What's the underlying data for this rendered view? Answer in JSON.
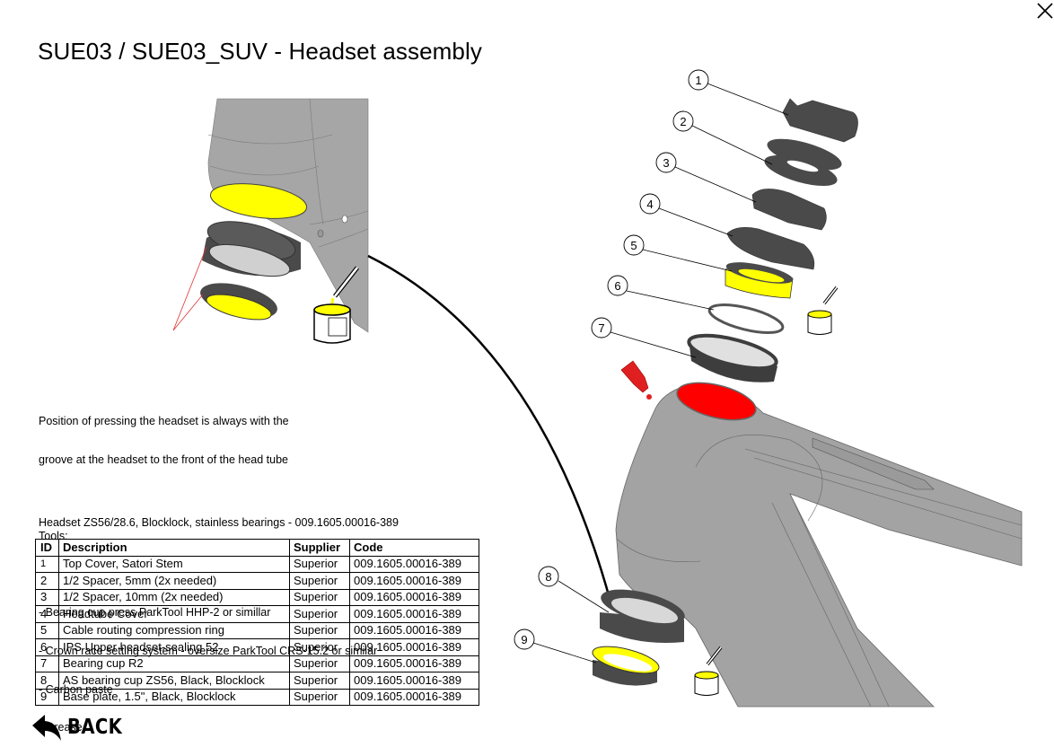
{
  "page": {
    "title": "SUE03 / SUE03_SUV - Headset assembly",
    "close_label": "close"
  },
  "notes": {
    "position_line1": "Position of pressing the headset is always with the",
    "position_line2": "groove at the headset to the front of the head tube",
    "tools_heading": "Tools:",
    "tools": [
      "- Bearing cup press ParkTool HHP-2 or simillar",
      "- Crown race setting system - oversize ParkTool CRS-15.2 or similar",
      "- Carbon paste",
      "- Grease"
    ],
    "headset_line": "Headset ZS56/28.6, Blocklock, stainless bearings - 009.1605.00016-389"
  },
  "table": {
    "headers": [
      "ID",
      "Description",
      "Supplier",
      "Code"
    ],
    "rows": [
      {
        "id": "1",
        "description": "Top Cover, Satori Stem",
        "supplier": "Superior",
        "code": "009.1605.00016-389"
      },
      {
        "id": "2",
        "description": "1/2 Spacer, 5mm (2x needed)",
        "supplier": "Superior",
        "code": "009.1605.00016-389"
      },
      {
        "id": "3",
        "description": "1/2 Spacer, 10mm (2x needed)",
        "supplier": "Superior",
        "code": "009.1605.00016-389"
      },
      {
        "id": "4",
        "description": "Headtube Cover",
        "supplier": "Superior",
        "code": "009.1605.00016-389"
      },
      {
        "id": "5",
        "description": "Cable routing compression ring",
        "supplier": "Superior",
        "code": "009.1605.00016-389"
      },
      {
        "id": "6",
        "description": "IPS Upper headset-sealing 52",
        "supplier": "Superior",
        "code": "009.1605.00016-389"
      },
      {
        "id": "7",
        "description": "Bearing cup R2",
        "supplier": "Superior",
        "code": "009.1605.00016-389"
      },
      {
        "id": "8",
        "description": "AS bearing cup ZS56, Black, Blocklock",
        "supplier": "Superior",
        "code": "009.1605.00016-389"
      },
      {
        "id": "9",
        "description": "Base plate, 1.5\", Black, Blocklock",
        "supplier": "Superior",
        "code": "009.1605.00016-389"
      }
    ]
  },
  "diagram": {
    "callouts": [
      "1",
      "2",
      "3",
      "4",
      "5",
      "6",
      "7",
      "8",
      "9"
    ],
    "colors": {
      "frame": "#a3a3a3",
      "part": "#4a4a4a",
      "grease": "#ffff00",
      "carbon_paste": "#ff0000",
      "leader_red": "#e03030"
    }
  },
  "back": {
    "label": "BACK",
    "icon": "reply-arrow-icon"
  }
}
